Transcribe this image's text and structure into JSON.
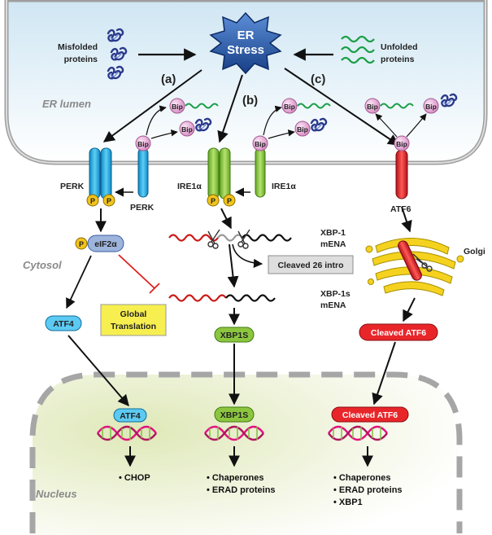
{
  "center": {
    "line1": "ER",
    "line2": "Stress"
  },
  "left_input": {
    "line1": "Misfolded",
    "line2": "proteins"
  },
  "right_input": {
    "line1": "Unfolded",
    "line2": "proteins"
  },
  "branches": {
    "a": "(a)",
    "b": "(b)",
    "c": "(c)"
  },
  "regions": {
    "lumen": "ER lumen",
    "cytosol": "Cytosol",
    "nucleus": "Nucleus"
  },
  "bip": "Bip",
  "phospho": "P",
  "perk": {
    "active": "PERK",
    "inactive": "PERK",
    "eif": "eIF2α",
    "global1": "Global",
    "global2": "Translation",
    "atf4": "ATF4",
    "atf4_nuc": "ATF4",
    "out1": "• CHOP"
  },
  "ire": {
    "active": "IRE1α",
    "inactive": "IRE1α",
    "xbp1_1": "XBP-1",
    "xbp1_2": "mENA",
    "cleaved": "Cleaved 26 intro",
    "xbp1s_1": "XBP-1s",
    "xbp1s_2": "mENA",
    "xbp1s": "XBP1S",
    "xbp1s_nuc": "XBP1S",
    "out1": "• Chaperones",
    "out2": "• ERAD proteins"
  },
  "atf6": {
    "label": "ATF6",
    "golgi": "Golgi",
    "cleaved": "Cleaved ATF6",
    "cleaved_nuc": "Cleaved ATF6",
    "out1": "• Chaperones",
    "out2": "• ERAD proteins",
    "out3": "• XBP1"
  },
  "colors": {
    "perk": "#2bb3e8",
    "ire": "#8cc63f",
    "atf6": "#e8262a",
    "bip": "#e6a9d6",
    "stress": "#1f4e9e",
    "golgi": "#f4d21f",
    "global_box": "#f7ef4f"
  }
}
